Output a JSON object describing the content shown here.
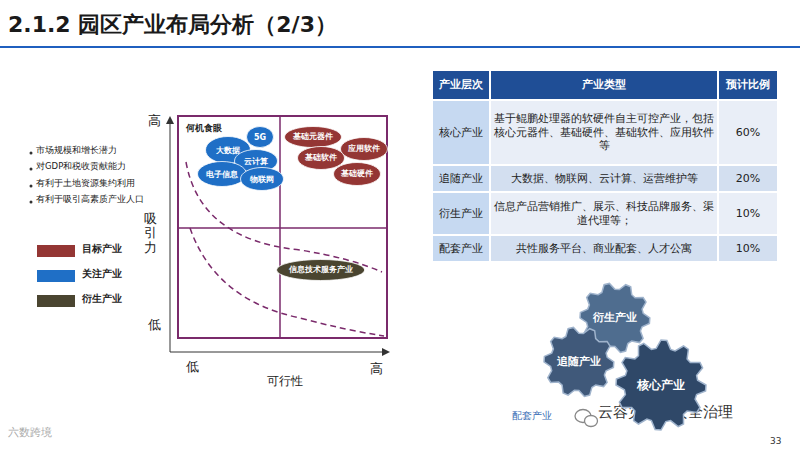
{
  "diagram": {
    "title": "2.1.2 园区产业布局分析（2/3）",
    "nodes": [
      {
        "text": [
          "5G"
        ]
      },
      {
        "text": [
          "大数据"
        ]
      },
      {
        "text": [
          "云计算"
        ]
      },
      {
        "text": [
          "电子信息"
        ]
      },
      {
        "text": [
          "物联网"
        ]
      },
      {
        "text": [
          "基础元器件"
        ]
      },
      {
        "text": [
          "应用软件"
        ]
      },
      {
        "text": [
          "基础软件"
        ]
      },
      {
        "text": [
          "基础硬件"
        ]
      },
      {
        "text": [
          "信息技术服务产业"
        ]
      },
      {
        "text": [
          "衍生产业"
        ]
      },
      {
        "text": [
          "追随产业"
        ]
      },
      {
        "text": [
          "核心产业"
        ]
      }
    ],
    "labels": [
      "市场规模和增长潜力",
      "对GDP和税收贡献能力",
      "有利于土地资源集约利用",
      "有利于吸引高素质产业人口",
      "高",
      "低",
      "吸引力",
      "低",
      "高",
      "可行性",
      "何机食眼",
      "产业层次",
      "产业类型",
      "预计比例",
      "核心产业",
      "基于鲲鹏处理器的软硬件自主可控产业，包括核心元器件、基础硬件、基础软件、应用软件等",
      "60%",
      "追随产业",
      "大数据、物联网、云计算、运营维护等",
      "20%",
      "衍生产业",
      "信息产品营销推广、展示、科技品牌服务、渠道代理等；",
      "10%",
      "配套产业",
      "共性服务平台、商业配套、人才公寓",
      "10%",
      "配套产业",
      "云容灾备份安全治理",
      "六数跨境",
      "33"
    ],
    "legend": [
      {
        "text": "目标产业",
        "color": "#943634"
      },
      {
        "text": "关注产业",
        "color": "#1f6fc6"
      },
      {
        "text": "衍生产业",
        "color": "#4a4530"
      }
    ]
  }
}
